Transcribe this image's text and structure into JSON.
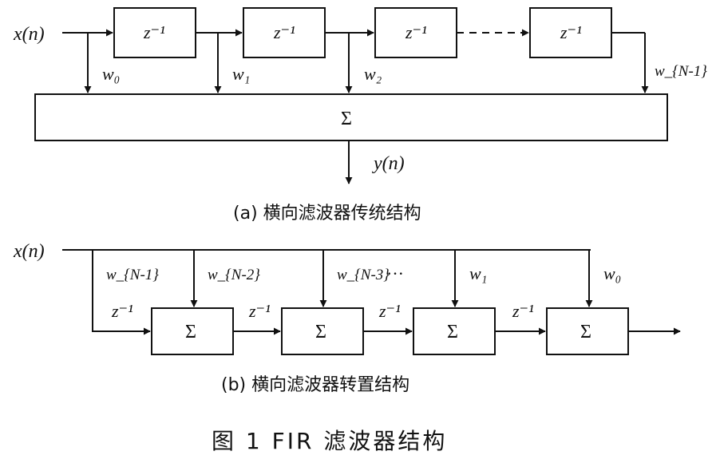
{
  "part_a": {
    "input_label": "x(n)",
    "delay_label": "z⁻¹",
    "weights": [
      "w₀",
      "w₁",
      "w₂",
      "w_{N-1}"
    ],
    "sum_symbol": "Σ",
    "output_label": "y(n)",
    "caption": "(a) 横向滤波器传统结构"
  },
  "part_b": {
    "input_label": "x(n)",
    "weights": [
      "w_{N-1}",
      "w_{N-2}",
      "w_{N-3}",
      "w₁",
      "w₀"
    ],
    "dots": "···",
    "delay_label": "z⁻¹",
    "sum_symbol": "Σ",
    "caption": "(b) 横向滤波器转置结构"
  },
  "figure_title": "图 1   FIR 滤波器结构"
}
